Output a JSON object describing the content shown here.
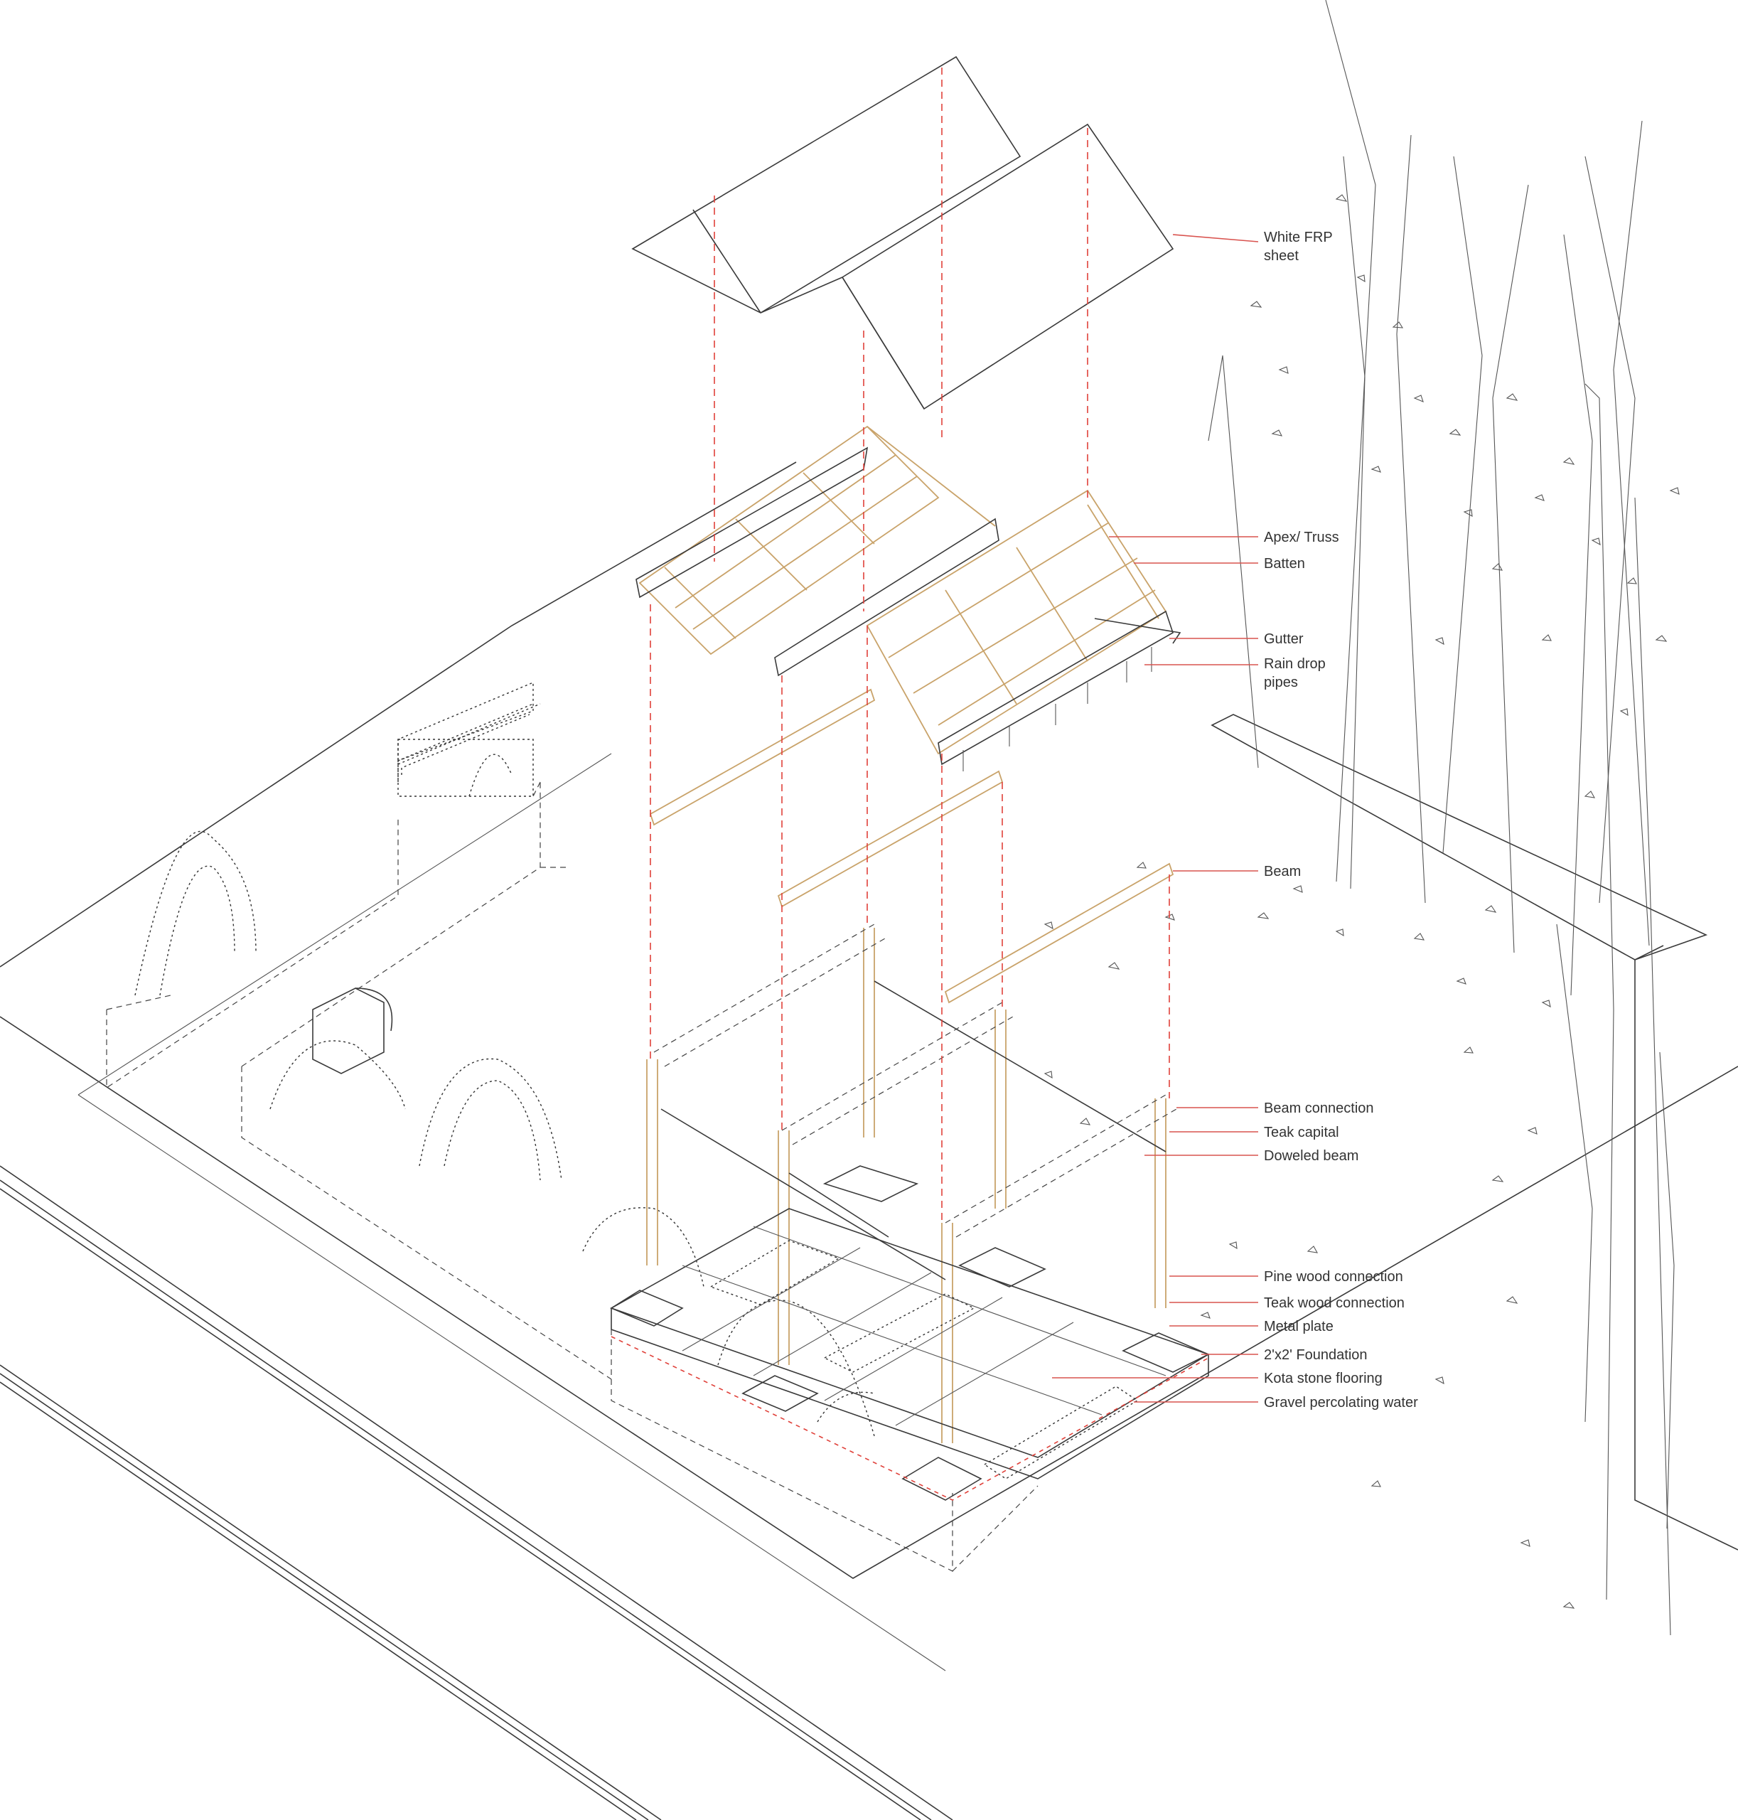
{
  "colors": {
    "ink": "#3a3a3a",
    "leader": "#d9534f",
    "projection": "#e0413a",
    "timber": "#c9a36a",
    "paper": "#ffffff"
  },
  "labels": {
    "white_frp_sheet_line1": "White FRP",
    "white_frp_sheet_line2": "sheet",
    "apex_truss": "Apex/ Truss",
    "batten": "Batten",
    "gutter": "Gutter",
    "rain_drop_pipes_line1": "Rain drop",
    "rain_drop_pipes_line2": "pipes",
    "beam": "Beam",
    "beam_connection": "Beam connection",
    "teak_capital": "Teak capital",
    "doweled_beam": "Doweled beam",
    "pine_wood_connection": "Pine wood connection",
    "teak_wood_connection": "Teak wood connection",
    "metal_plate": "Metal plate",
    "foundation": "2'x2' Foundation",
    "kota_stone_flooring": "Kota stone flooring",
    "gravel_percolating_water": "Gravel percolating water"
  }
}
